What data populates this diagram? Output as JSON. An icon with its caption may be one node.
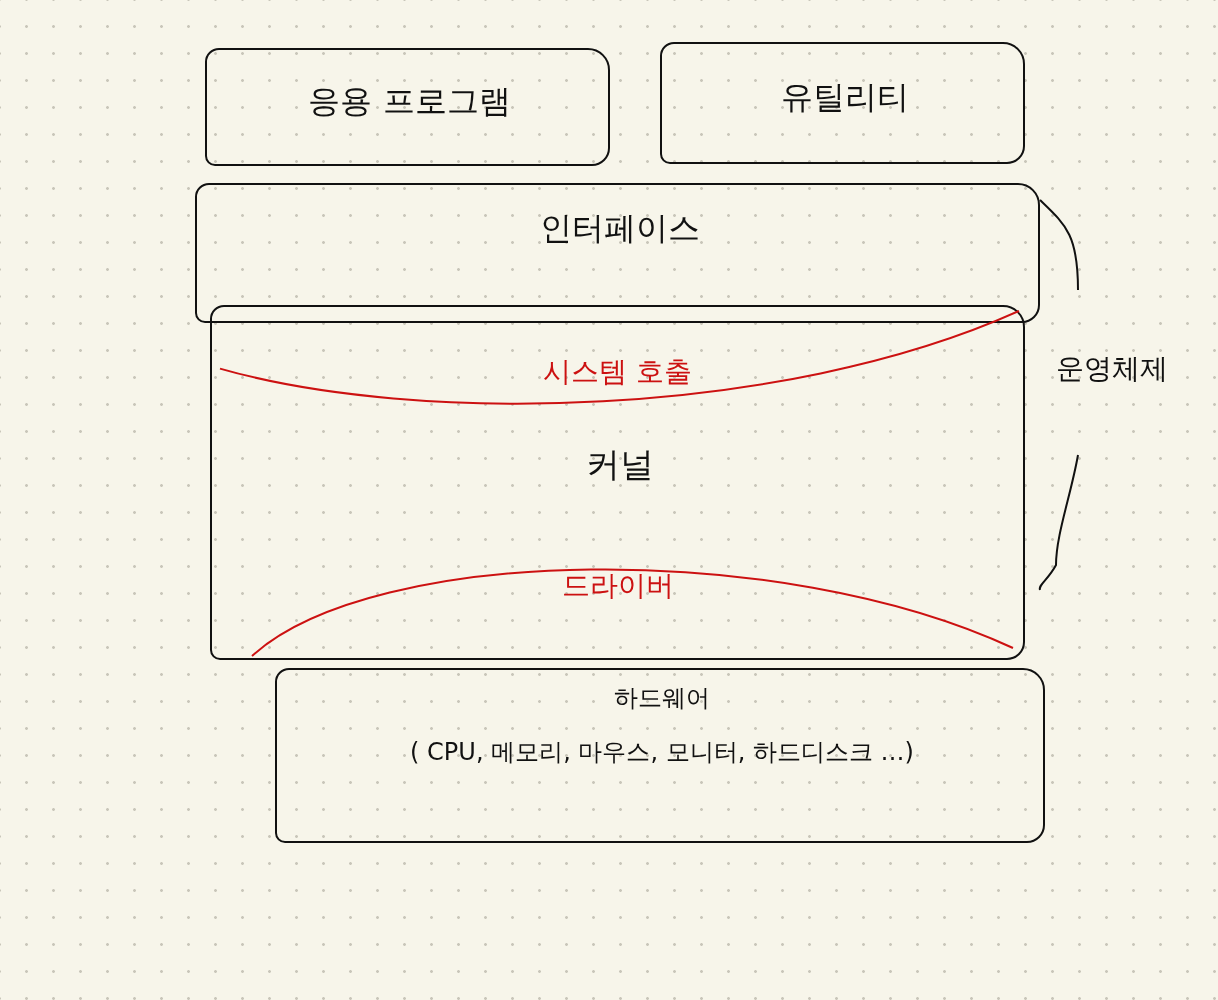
{
  "diagram": {
    "nodes": [
      {
        "text": [
          "응용 프로그램"
        ]
      },
      {
        "text": [
          "유틸리티"
        ]
      },
      {
        "text": [
          "인터페이스"
        ]
      },
      {
        "text": [
          "커널"
        ]
      },
      {
        "text": [
          "시스템 호출"
        ],
        "in": 3
      },
      {
        "text": [
          "드라이버"
        ],
        "in": 3
      },
      {
        "text": [
          "하드웨어",
          "( CPU, 메모리, 마우스, 모니터, 하드디스크 …)"
        ]
      }
    ],
    "edges": [],
    "labels": [
      "운영체제"
    ]
  }
}
